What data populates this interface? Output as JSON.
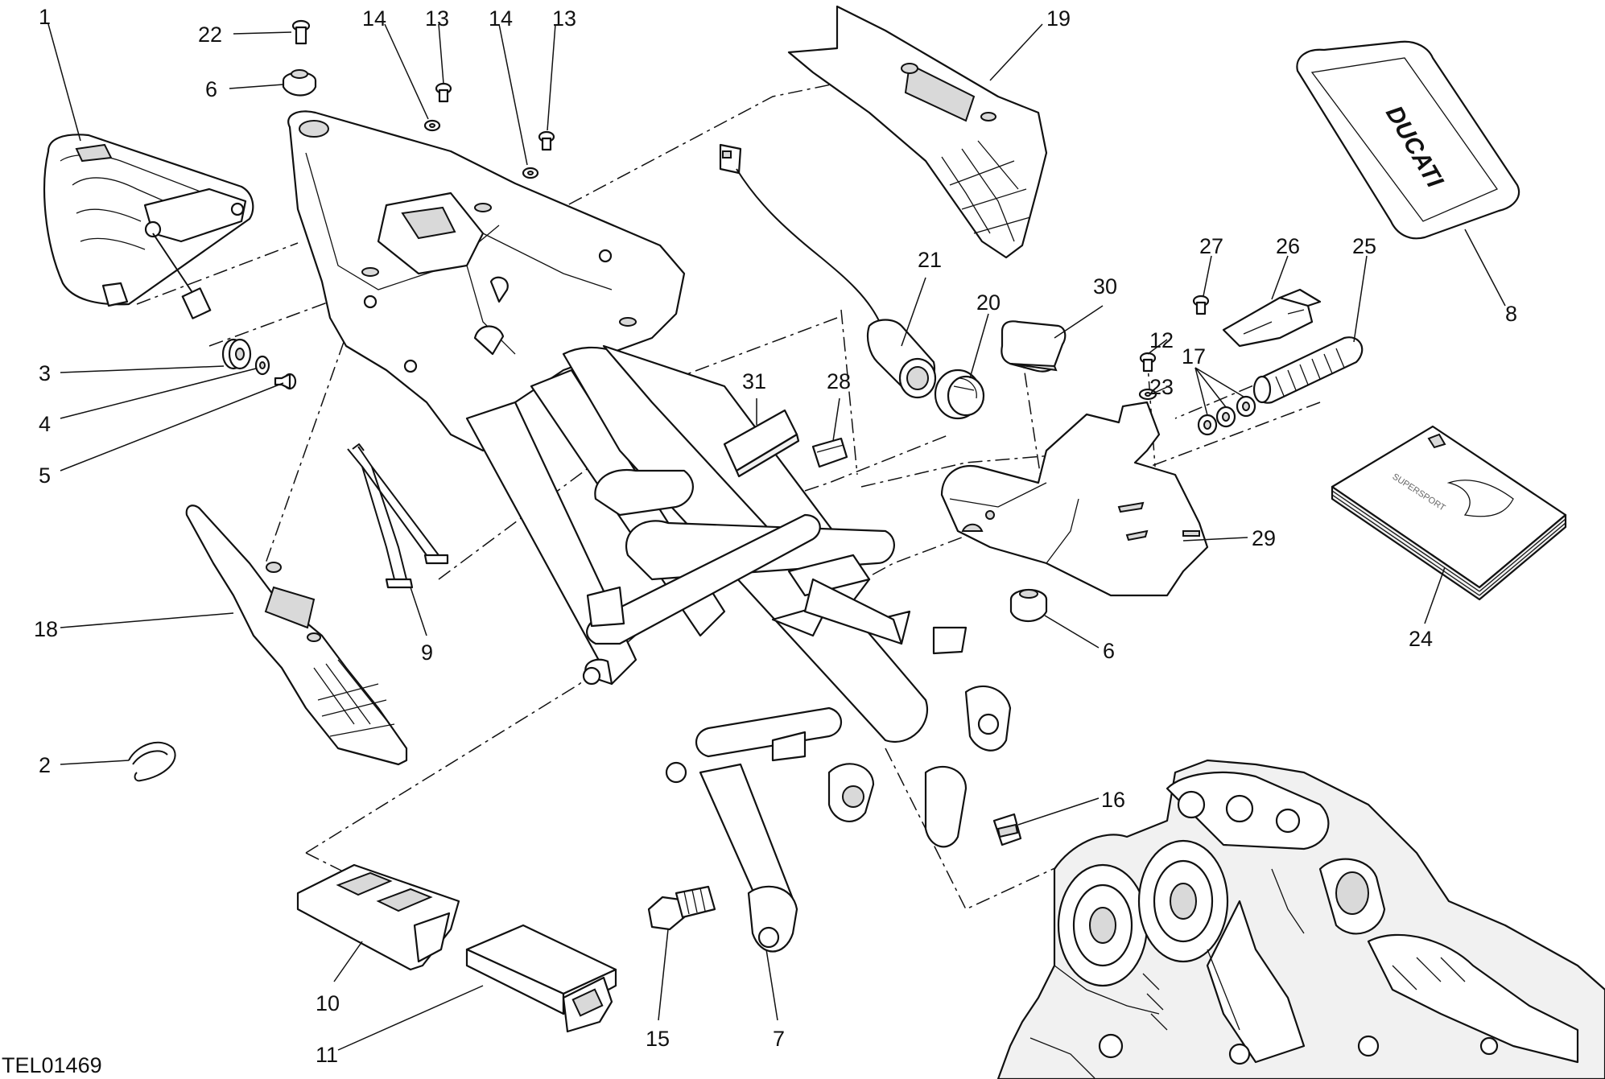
{
  "drawing_code": "TEL01469",
  "callouts": [
    {
      "id": "c1",
      "text": "1"
    },
    {
      "id": "c22",
      "text": "22"
    },
    {
      "id": "c6a",
      "text": "6"
    },
    {
      "id": "c14a",
      "text": "14"
    },
    {
      "id": "c13a",
      "text": "13"
    },
    {
      "id": "c14b",
      "text": "14"
    },
    {
      "id": "c13b",
      "text": "13"
    },
    {
      "id": "c19",
      "text": "19"
    },
    {
      "id": "c3",
      "text": "3"
    },
    {
      "id": "c4",
      "text": "4"
    },
    {
      "id": "c5",
      "text": "5"
    },
    {
      "id": "c18",
      "text": "18"
    },
    {
      "id": "c9",
      "text": "9"
    },
    {
      "id": "c2",
      "text": "2"
    },
    {
      "id": "c10",
      "text": "10"
    },
    {
      "id": "c11",
      "text": "11"
    },
    {
      "id": "c15",
      "text": "15"
    },
    {
      "id": "c7",
      "text": "7"
    },
    {
      "id": "c21",
      "text": "21"
    },
    {
      "id": "c20",
      "text": "20"
    },
    {
      "id": "c30",
      "text": "30"
    },
    {
      "id": "c31",
      "text": "31"
    },
    {
      "id": "c28",
      "text": "28"
    },
    {
      "id": "c12",
      "text": "12"
    },
    {
      "id": "c23",
      "text": "23"
    },
    {
      "id": "c17",
      "text": "17"
    },
    {
      "id": "c27",
      "text": "27"
    },
    {
      "id": "c26",
      "text": "26"
    },
    {
      "id": "c25",
      "text": "25"
    },
    {
      "id": "c8",
      "text": "8"
    },
    {
      "id": "c29",
      "text": "29"
    },
    {
      "id": "c24",
      "text": "24"
    },
    {
      "id": "c6b",
      "text": "6"
    },
    {
      "id": "c16",
      "text": "16"
    }
  ],
  "cover_text": "DUCATI",
  "manual_text": "SUPERSPORT"
}
